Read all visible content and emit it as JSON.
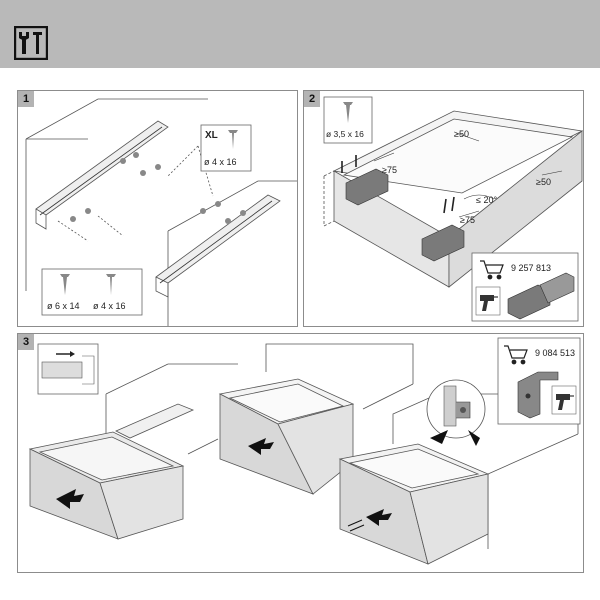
{
  "panels": [
    {
      "number": "1",
      "screw_xl_label": "XL",
      "screw_xl_size": "ø 4 x 16",
      "screw_a_size": "ø 6 x 14",
      "screw_b_size": "ø 4 x 16"
    },
    {
      "number": "2",
      "screw_size": "ø 3,5 x 16",
      "dim_a": "≥50",
      "dim_b": "≥50",
      "dim_c": "≥75",
      "dim_d": "≥75",
      "angle": "≤ 20°",
      "part_number": "9 257 813"
    },
    {
      "number": "3",
      "part_number": "9 084 513"
    }
  ],
  "icons": {
    "header": "tools-icon",
    "cart": "shopping-cart-icon",
    "drill": "drill-icon",
    "screw": "screw-icon"
  },
  "colors": {
    "header_bg": "#b9b9b9",
    "panel_number_bg": "#b3b3b3",
    "front_fill": "#d8d8d8"
  }
}
